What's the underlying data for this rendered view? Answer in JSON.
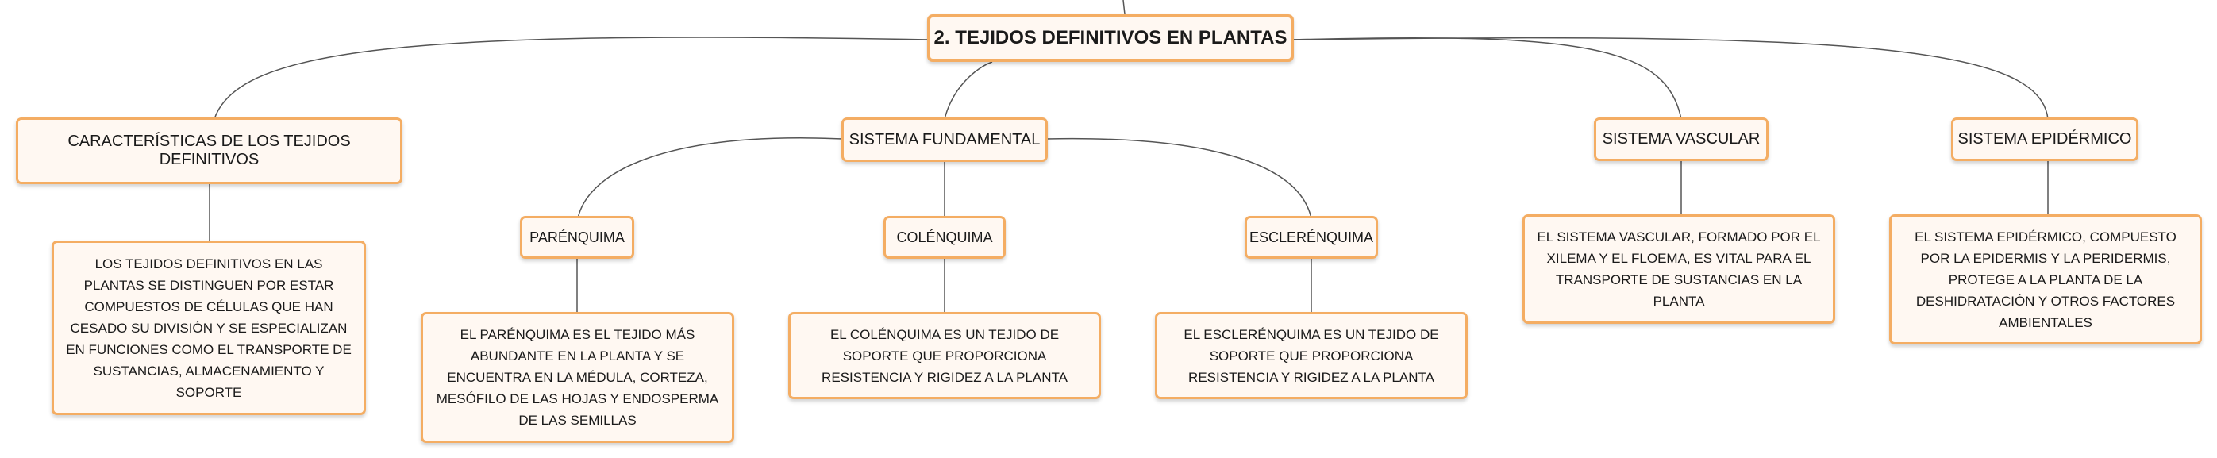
{
  "title": "2. TEJIDOS DEFINITIVOS EN PLANTAS",
  "characteristics": {
    "label": "CARACTERÍSTICAS DE LOS TEJIDOS DEFINITIVOS",
    "text": "LOS TEJIDOS DEFINITIVOS EN LAS PLANTAS SE DISTINGUEN POR ESTAR COMPUESTOS DE CÉLULAS QUE HAN CESADO SU DIVISIÓN Y SE ESPECIALIZAN EN FUNCIONES COMO EL TRANSPORTE DE SUSTANCIAS, ALMACENAMIENTO Y SOPORTE"
  },
  "fundamental": {
    "label": "SISTEMA FUNDAMENTAL",
    "parenquima": {
      "label": "PARÉNQUIMA",
      "text": "EL PARÉNQUIMA ES EL TEJIDO MÁS ABUNDANTE EN LA PLANTA Y SE ENCUENTRA EN LA MÉDULA, CORTEZA, MESÓFILO DE LAS HOJAS Y ENDOSPERMA DE LAS SEMILLAS"
    },
    "colenquima": {
      "label": "COLÉNQUIMA",
      "text": "EL COLÉNQUIMA ES UN TEJIDO DE SOPORTE QUE PROPORCIONA RESISTENCIA Y RIGIDEZ A LA PLANTA"
    },
    "esclerenquima": {
      "label": "ESCLERÉNQUIMA",
      "text": "EL ESCLERÉNQUIMA ES UN TEJIDO DE SOPORTE QUE PROPORCIONA RESISTENCIA Y RIGIDEZ A LA PLANTA"
    }
  },
  "vascular": {
    "label": "SISTEMA VASCULAR",
    "text": "EL SISTEMA VASCULAR, FORMADO POR EL XILEMA Y EL FLOEMA, ES VITAL PARA EL TRANSPORTE DE SUSTANCIAS EN LA PLANTA"
  },
  "epidermico": {
    "label": "SISTEMA EPIDÉRMICO",
    "text": "EL SISTEMA EPIDÉRMICO, COMPUESTO POR LA EPIDERMIS Y LA PERIDERMIS, PROTEGE A LA PLANTA DE LA DESHIDRATACIÓN Y OTROS FACTORES AMBIENTALES"
  },
  "colors": {
    "border": "#f4ad63",
    "fill": "#fff8f2",
    "line": "#555555"
  }
}
